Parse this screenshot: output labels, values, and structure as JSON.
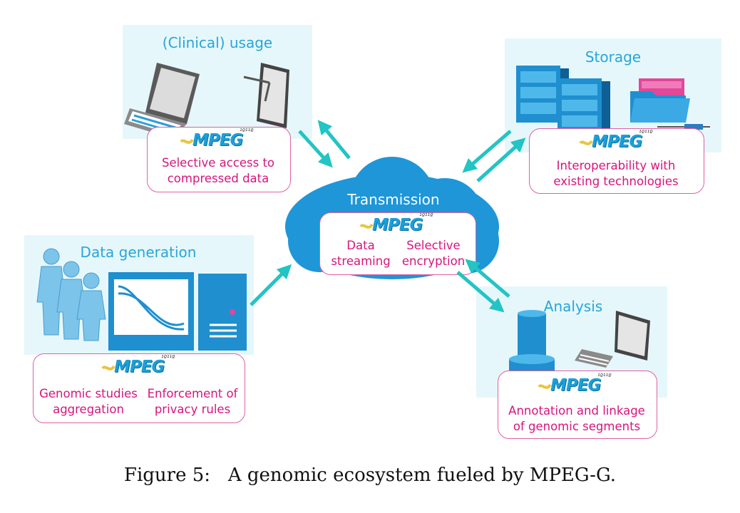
{
  "nodes": {
    "clinical": {
      "title": "(Clinical) usage",
      "lines": [
        "Selective access to",
        "compressed data"
      ]
    },
    "storage": {
      "title": "Storage",
      "lines": [
        "Interoperability with",
        "existing technologies"
      ]
    },
    "transmission": {
      "title": "Transmission",
      "left_lines": [
        "Data",
        "streaming"
      ],
      "right_lines": [
        "Selective",
        "encryption"
      ]
    },
    "generation": {
      "title": "Data generation",
      "left_lines": [
        "Genomic studies",
        "aggregation"
      ],
      "right_lines": [
        "Enforcement of",
        "privacy rules"
      ]
    },
    "analysis": {
      "title": "Analysis",
      "lines": [
        "Annotation and linkage",
        "of genomic segments"
      ]
    }
  },
  "logo": {
    "text": "MPEG",
    "bits": "¹º¹¹º"
  },
  "caption": {
    "label": "Figure 5:",
    "text": "A genomic ecosystem fueled by MPEG-G."
  },
  "colors": {
    "accent": "#27a6d9",
    "magenta": "#d6157e",
    "arrow": "#22c4c4",
    "panel": "#e6f7fb"
  }
}
